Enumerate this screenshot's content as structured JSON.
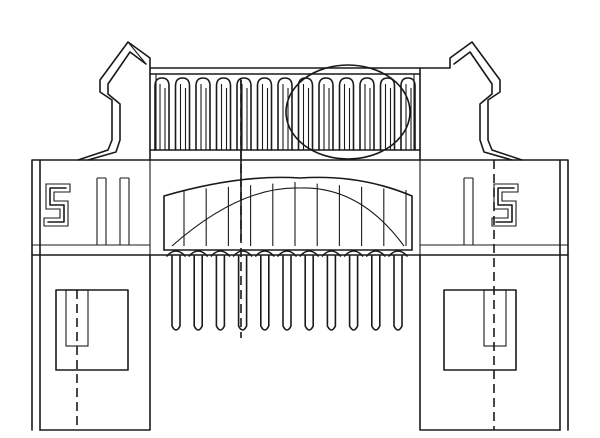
{
  "drawing": {
    "type": "connector-front-view-line-drawing",
    "top_contact_count": 13,
    "lower_pin_count": 11,
    "side_marks": [
      "S",
      "S"
    ],
    "ink_color": "#1a1a1a",
    "background_color": "#ffffff"
  }
}
